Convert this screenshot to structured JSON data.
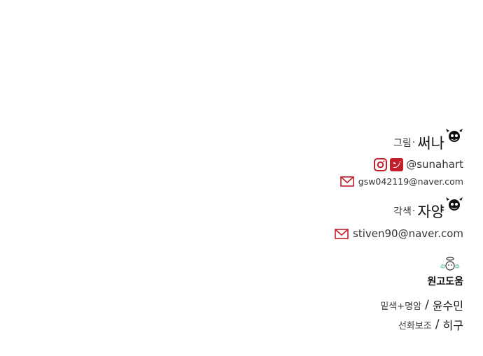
{
  "credits": {
    "art": {
      "role": "그림",
      "separator": "·",
      "name": "써나",
      "handle": "@sunahart",
      "email": "gsw042119@naver.com"
    },
    "color": {
      "role": "각색",
      "separator": "·",
      "name": "자양",
      "email": "stiven90@naver.com"
    },
    "assist": {
      "heading": "원고도움",
      "rows": [
        {
          "role": "밑색+명암",
          "slash": "/",
          "name": "윤수민"
        },
        {
          "role": "선화보조",
          "slash": "/",
          "name": "히구"
        }
      ]
    }
  },
  "icons": {
    "instagram": "instagram-icon",
    "twitter": "twitter-icon",
    "mail": "mail-icon",
    "devil": "devil-doodle-icon",
    "angel": "angel-doodle-icon"
  },
  "colors": {
    "accent_red": "#c0202a",
    "text": "#2a2a2a"
  }
}
